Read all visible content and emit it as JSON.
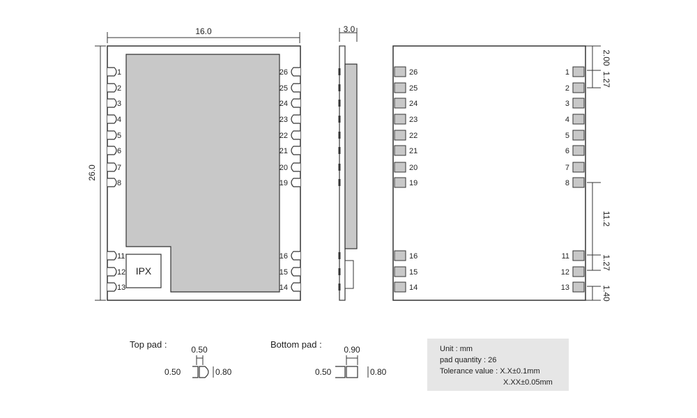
{
  "dimensions": {
    "width": "16.0",
    "height": "26.0",
    "thickness": "3.0",
    "bottom_offset_top": "2.00",
    "pitch_top": "1.27",
    "gap": "11.2",
    "pitch_bottom": "1.27",
    "bottom_edge": "1.40"
  },
  "top_view": {
    "left_pins": [
      "1",
      "2",
      "3",
      "4",
      "5",
      "6",
      "7",
      "8",
      "11",
      "12",
      "13"
    ],
    "right_pins": [
      "26",
      "25",
      "24",
      "23",
      "22",
      "21",
      "20",
      "19",
      "16",
      "15",
      "14"
    ],
    "antenna_label": "IPX"
  },
  "bottom_view": {
    "left_pins": [
      "26",
      "25",
      "24",
      "23",
      "22",
      "21",
      "20",
      "19",
      "16",
      "15",
      "14"
    ],
    "right_pins": [
      "1",
      "2",
      "3",
      "4",
      "5",
      "6",
      "7",
      "8",
      "11",
      "12",
      "13"
    ]
  },
  "pads": {
    "top": {
      "label": "Top pad :",
      "width": "0.50",
      "left_gap": "0.50",
      "length": "0.80"
    },
    "bottom": {
      "label": "Bottom pad :",
      "width": "0.90",
      "left_gap": "0.50",
      "length": "0.80"
    }
  },
  "notes": {
    "unit": "Unit : mm",
    "pad_quantity": "pad quantity : 26",
    "tolerance_1": "Tolerance value : X.X±0.1mm",
    "tolerance_2": "X.XX±0.05mm"
  },
  "colors": {
    "line": "#333333",
    "shield": "#c8c8c8",
    "pad_fill": "#c8c8c8",
    "note_bg": "#e6e6e6"
  }
}
